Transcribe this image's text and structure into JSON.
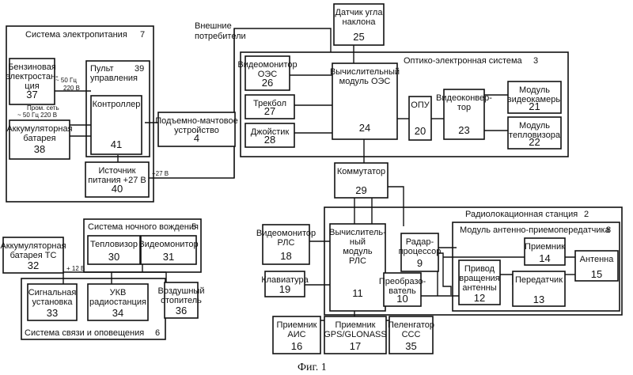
{
  "figure_caption": "Фиг. 1",
  "external_consumers": [
    "Внешние",
    "потребители"
  ],
  "groups": {
    "power": {
      "label": "Система электропитания",
      "num": "7"
    },
    "oes": {
      "label": "Оптико-электронная система",
      "num": "3"
    },
    "radar": {
      "label": "Радиолокационная станция",
      "num": "2"
    },
    "antenna_module": {
      "label": "Модуль антенно-приемопередатчика",
      "num": "8"
    },
    "night": {
      "label": "Система ночного вождения",
      "num": "5"
    },
    "comm": {
      "label": "Система связи и оповещения",
      "num": "6"
    },
    "control_panel": {
      "label": [
        "Пульт",
        "управления"
      ],
      "num": "39"
    }
  },
  "blocks": {
    "b37": {
      "label": [
        "Бензиновая",
        "электростан-",
        "ция"
      ],
      "num": "37"
    },
    "b41": {
      "label": [
        "Контроллер"
      ],
      "num": "41"
    },
    "b38": {
      "label": [
        "Аккумуляторная",
        "батарея"
      ],
      "num": "38"
    },
    "b40": {
      "label": [
        "Источник",
        "питания +27 В"
      ],
      "num": "40"
    },
    "b4": {
      "label": [
        "Подъемно-мачтовое",
        "устройство"
      ],
      "num": "4"
    },
    "b25": {
      "label": [
        "Датчик угла",
        "наклона"
      ],
      "num": "25"
    },
    "b26": {
      "label": [
        "Видеомонитор",
        "ОЭС"
      ],
      "num": "26"
    },
    "b27": {
      "label": [
        "Трекбол"
      ],
      "num": "27"
    },
    "b28": {
      "label": [
        "Джойстик"
      ],
      "num": "28"
    },
    "b24": {
      "label": [
        "Вычислительный",
        "модуль ОЭС"
      ],
      "num": "24"
    },
    "b20": {
      "label": [
        "ОПУ"
      ],
      "num": "20"
    },
    "b23": {
      "label": [
        "Видеоконвер-",
        "тор"
      ],
      "num": "23"
    },
    "b21": {
      "label": [
        "Модуль",
        "видеокамеры"
      ],
      "num": "21"
    },
    "b22": {
      "label": [
        "Модуль",
        "тепловизора"
      ],
      "num": "22"
    },
    "b29": {
      "label": [
        "Коммутатор"
      ],
      "num": "29"
    },
    "b18": {
      "label": [
        "Видеомонитор",
        "РЛС"
      ],
      "num": "18"
    },
    "b11": {
      "label": [
        "Вычислитель-",
        "ный",
        "модуль",
        "РЛС"
      ],
      "num": "11"
    },
    "b9": {
      "label": [
        "Радар-",
        "процессор"
      ],
      "num": "9"
    },
    "b14": {
      "label": [
        "Приемник"
      ],
      "num": "14"
    },
    "b15": {
      "label": [
        "Антенна"
      ],
      "num": "15"
    },
    "b12": {
      "label": [
        "Привод",
        "вращения",
        "антенны"
      ],
      "num": "12"
    },
    "b13": {
      "label": [
        "Передатчик"
      ],
      "num": "13"
    },
    "b19": {
      "label": [
        "Клавиатура"
      ],
      "num": "19"
    },
    "b10": {
      "label": [
        "Преобразо-",
        "ватель"
      ],
      "num": "10"
    },
    "b16": {
      "label": [
        "Приемник",
        "АИС"
      ],
      "num": "16"
    },
    "b17": {
      "label": [
        "Приемник",
        "GPS/GLONASS"
      ],
      "num": "17"
    },
    "b35": {
      "label": [
        "Пеленгатор",
        "ССС"
      ],
      "num": "35"
    },
    "b30": {
      "label": [
        "Тепловизор"
      ],
      "num": "30"
    },
    "b31": {
      "label": [
        "Видеомонитор"
      ],
      "num": "31"
    },
    "b32": {
      "label": [
        "Аккумуляторная",
        "батарея ТС"
      ],
      "num": "32"
    },
    "b33": {
      "label": [
        "Сигнальная",
        "установка"
      ],
      "num": "33"
    },
    "b34": {
      "label": [
        "УКВ",
        "радиостанция"
      ],
      "num": "34"
    },
    "b36": {
      "label": [
        "Воздушный",
        "отопитель"
      ],
      "num": "36"
    }
  },
  "line_labels": {
    "freq_50": [
      "~ 50 Гц",
      "220 В"
    ],
    "grid": [
      "Пром. сеть",
      "~ 50 Гц 220 В"
    ],
    "v27": "+27 В",
    "v12": "+ 12 В"
  }
}
